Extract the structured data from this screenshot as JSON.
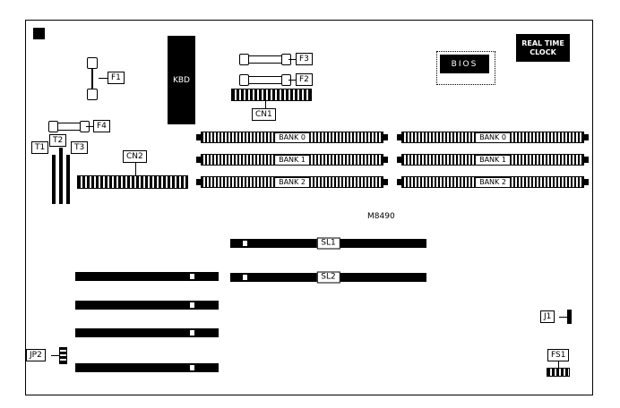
{
  "board": {
    "model": "M8490"
  },
  "labels": {
    "kbd": "KBD",
    "f1": "F1",
    "f2": "F2",
    "f3": "F3",
    "f4": "F4",
    "cn1": "CN1",
    "cn2": "CN2",
    "bios": "BIOS",
    "rtc_line1": "REAL TIME",
    "rtc_line2": "CLOCK",
    "t1": "T1",
    "t2": "T2",
    "t3": "T3",
    "j1": "J1",
    "jp2": "JP2",
    "fs1": "FS1",
    "sl1": "SL1",
    "sl2": "SL2"
  },
  "banks": {
    "left": [
      "BANK 0",
      "BANK 1",
      "BANK 2"
    ],
    "right": [
      "BANK 0",
      "BANK 1",
      "BANK 2"
    ]
  },
  "colors": {
    "ink": "#000000",
    "paper": "#ffffff"
  }
}
